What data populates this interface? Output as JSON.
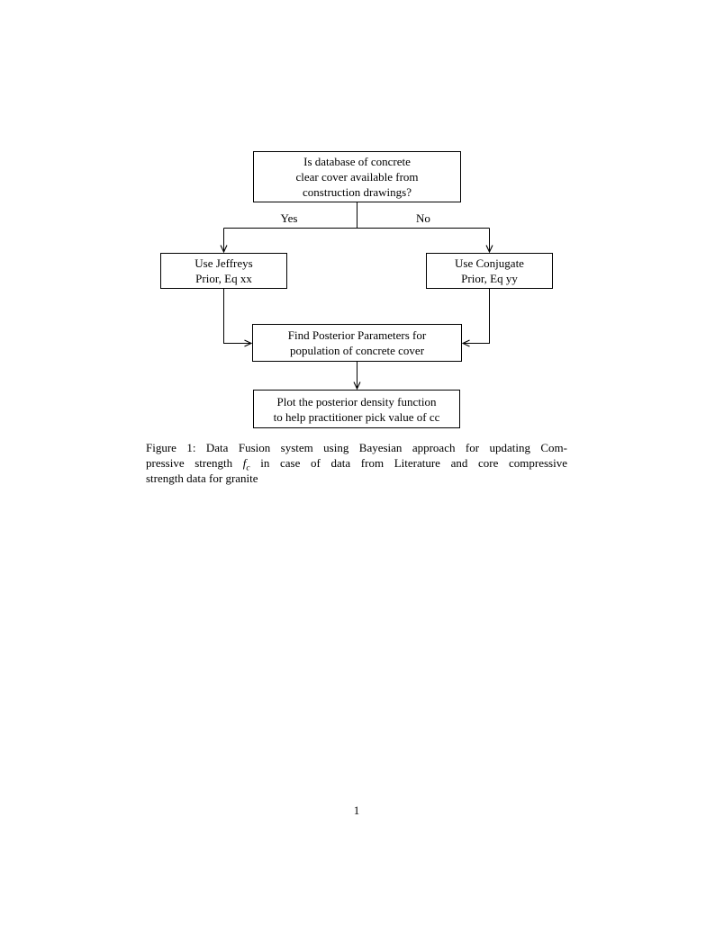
{
  "page": {
    "number": "1"
  },
  "flowchart": {
    "decision": {
      "lines": [
        "Is database of concrete",
        "clear cover available from",
        "construction drawings?"
      ]
    },
    "yes_label": "Yes",
    "no_label": "No",
    "jeffreys": {
      "lines": [
        "Use Jeffreys",
        "Prior, Eq xx"
      ]
    },
    "conjugate": {
      "lines": [
        "Use Conjugate",
        "Prior, Eq yy"
      ]
    },
    "posterior": {
      "lines": [
        "Find Posterior Parameters for",
        "population of concrete cover"
      ]
    },
    "plot": {
      "lines": [
        "Plot the posterior density function",
        "to help practitioner pick value of cc"
      ]
    }
  },
  "caption": {
    "line1": "Figure 1: Data Fusion system using Bayesian approach for updating Com-",
    "line2_before_math": "pressive strength ",
    "math_variable": "f",
    "math_subscript": "c",
    "line2_after_math": " in case of data from Literature and core compressive",
    "line3": "strength data for granite"
  },
  "colors": {
    "text": "#000000",
    "line": "#000000",
    "background": "#ffffff"
  }
}
